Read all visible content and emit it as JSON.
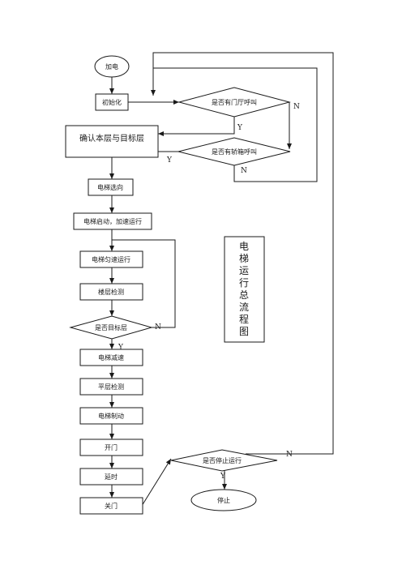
{
  "nodes": {
    "power_on": "加电",
    "init": "初始化",
    "hall_call_q": "是否有门厅呼叫",
    "confirm_floors": "确认本层与目标层",
    "car_call_q": "是否有轿箱呼叫",
    "select_dir": "电梯选向",
    "start_accel": "电梯启动，加速运行",
    "uniform_run": "电梯匀速运行",
    "floor_detect": "楼层检测",
    "target_q": "是否目标层",
    "decelerate": "电梯减速",
    "level_detect": "平层检测",
    "brake": "电梯制动",
    "open_door": "开门",
    "delay": "延时",
    "close_door": "关门",
    "stop_q": "是否停止运行",
    "stop": "停止"
  },
  "labels": {
    "hall_no": "N",
    "hall_yes": "Y",
    "car_yes": "Y",
    "car_no": "N",
    "target_no": "N",
    "target_yes": "Y",
    "stop_no": "N",
    "stop_yes": "Y"
  },
  "title": [
    "电",
    "梯",
    "运",
    "行",
    "总",
    "流",
    "程",
    "图"
  ]
}
